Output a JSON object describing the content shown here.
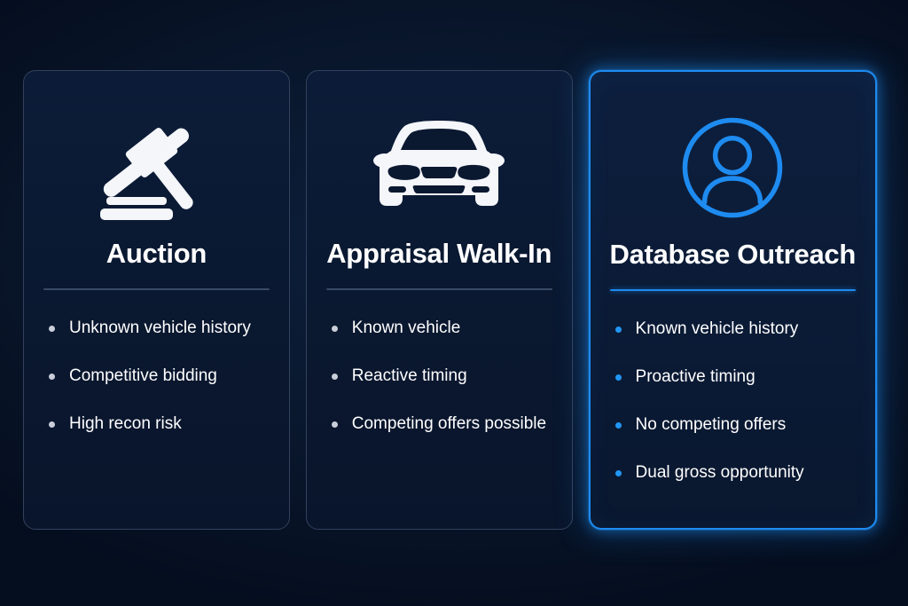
{
  "theme": {
    "background": "#081429",
    "card_background": "#0b1a33",
    "card_border": "#33415c",
    "accent": "#1e8bf0",
    "accent_bullet": "#2196f3",
    "text": "#ffffff",
    "divider_muted": "#3a4a66",
    "bullet_muted": "#c9ced8"
  },
  "cards": [
    {
      "id": "auction",
      "icon": "gavel-icon",
      "title": "Auction",
      "highlighted": false,
      "bullets": [
        "Unknown vehicle history",
        "Competitive bidding",
        "High recon risk"
      ]
    },
    {
      "id": "appraisal-walk-in",
      "icon": "car-front-icon",
      "title": "Appraisal Walk-In",
      "highlighted": false,
      "bullets": [
        "Known vehicle",
        "Reactive timing",
        "Competing offers possible"
      ]
    },
    {
      "id": "database-outreach",
      "icon": "user-circle-icon",
      "title": "Database Outreach",
      "highlighted": true,
      "bullets": [
        "Known vehicle history",
        "Proactive timing",
        "No competing offers",
        "Dual gross opportunity"
      ]
    }
  ]
}
